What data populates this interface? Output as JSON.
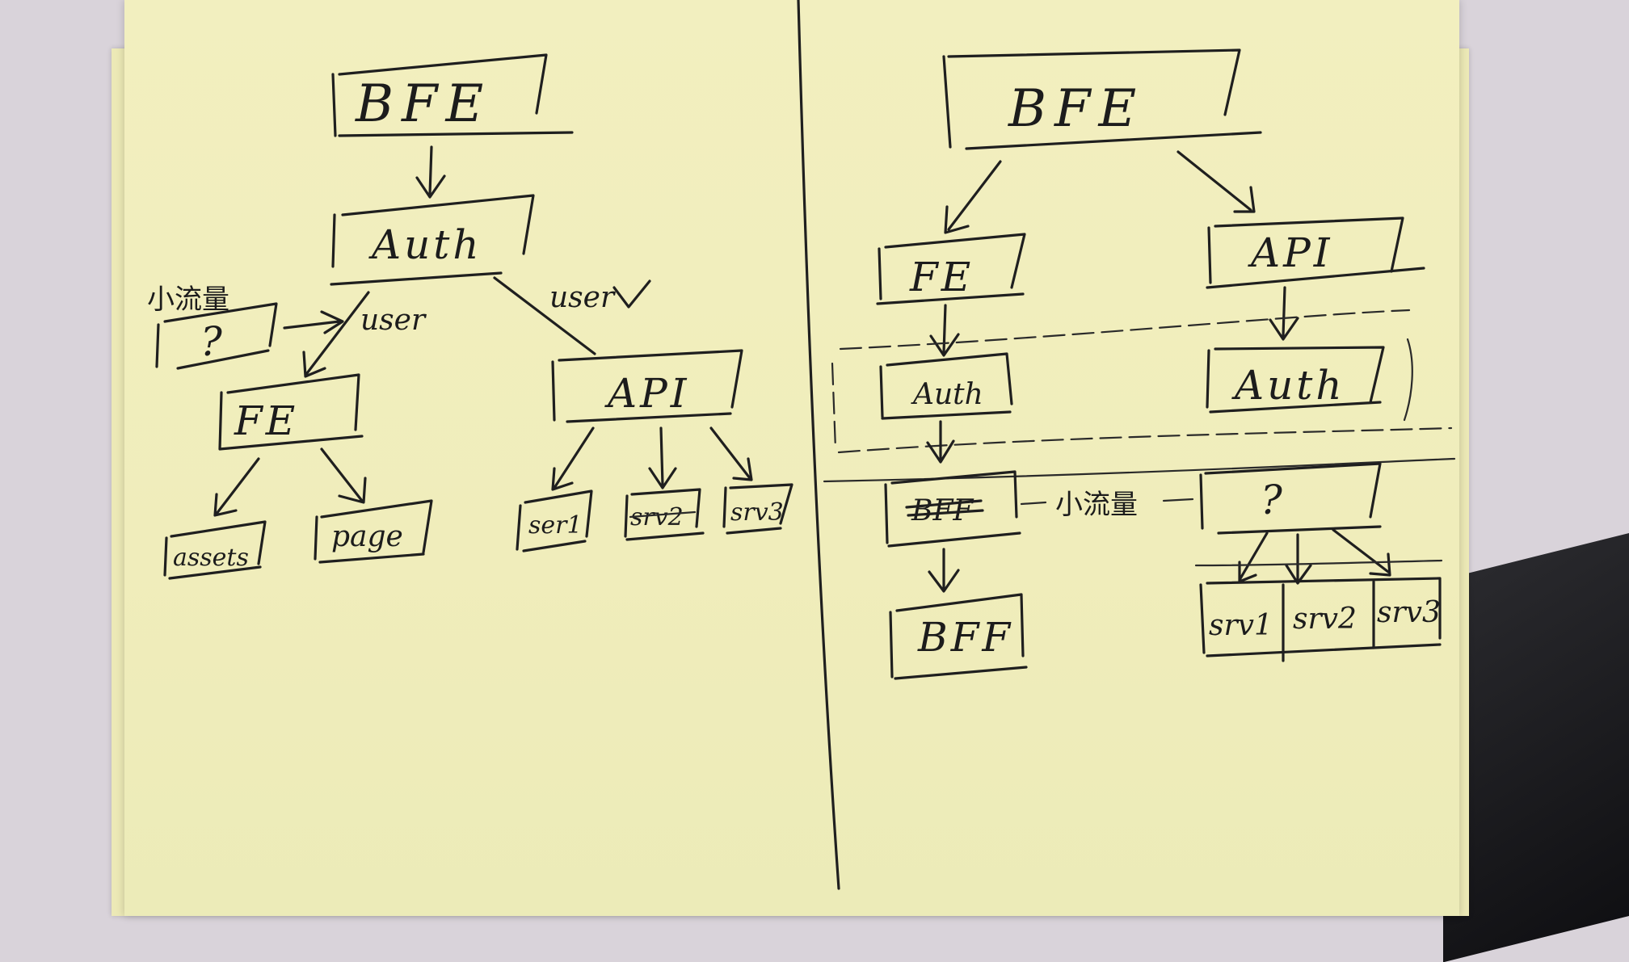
{
  "left": {
    "bfe": "BFE",
    "auth": "Auth",
    "small_traffic": "小流量",
    "question": "?",
    "user_a": "user",
    "user_b": "user",
    "fe": "FE",
    "api": "API",
    "assets": "assets",
    "page": "page",
    "srv1": "ser1",
    "srv2": "srv2",
    "srv3": "srv3"
  },
  "right": {
    "bfe": "BFE",
    "fe": "FE",
    "api": "API",
    "auth_fe": "Auth",
    "auth_api": "Auth",
    "bff_struck": "BFF",
    "small_traffic": "小流量",
    "question": "?",
    "bff": "BFF",
    "srv1": "srv1",
    "srv2": "srv2",
    "srv3": "srv3"
  }
}
